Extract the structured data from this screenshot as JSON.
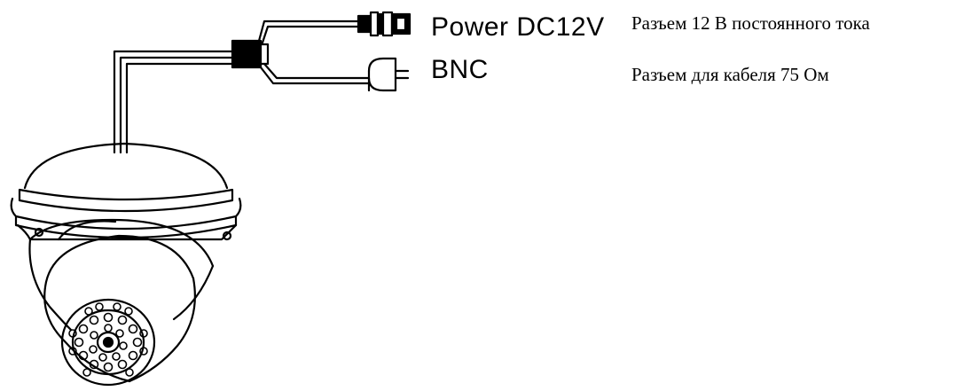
{
  "labels": {
    "power_en": "Power DC12V",
    "bnc_en": "BNC",
    "power_ru": "Разъем 12 В постоянного тока",
    "bnc_ru": "Разъем для кабеля 75 Ом"
  },
  "icons": {
    "camera": "dome-camera-icon",
    "power_connector": "dc-power-jack-icon",
    "bnc_connector": "bnc-plug-icon"
  },
  "colors": {
    "line": "#000000",
    "background": "#ffffff"
  }
}
